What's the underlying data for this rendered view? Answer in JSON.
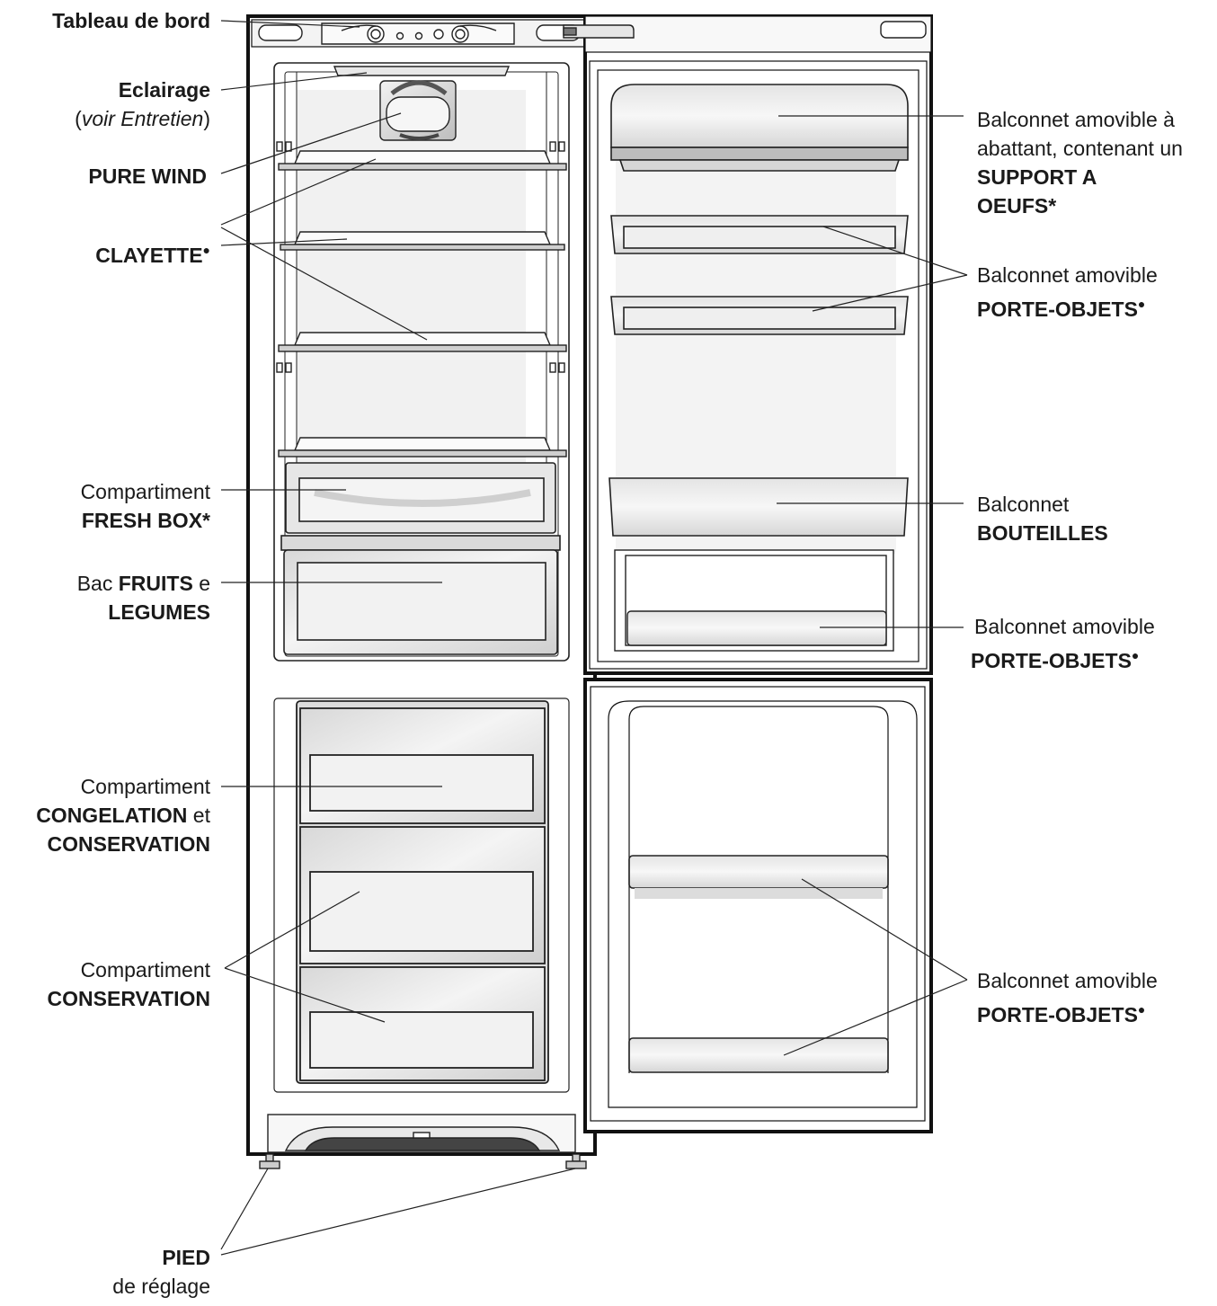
{
  "labels": {
    "tableau": {
      "bold": "Tableau de bord"
    },
    "eclairage": {
      "bold": "Eclairage",
      "open": "(",
      "italic": "voir Entretien",
      "close": ")"
    },
    "pure_wind": {
      "bold": "PURE WIND"
    },
    "clayette": {
      "bold": "CLAYETTE",
      "mark": "●"
    },
    "fresh_box": {
      "line1": "Compartiment",
      "bold": "FRESH BOX",
      "mark": "*"
    },
    "fruits": {
      "pre": "Bac ",
      "bold1": "FRUITS",
      "mid": " e",
      "bold2": "LEGUMES"
    },
    "congelation": {
      "line1": "Compartiment",
      "bold1": "CONGELATION",
      "mid": " et",
      "bold2": "CONSERVATION"
    },
    "conservation": {
      "line1": "Compartiment",
      "bold": "CONSERVATION"
    },
    "pied": {
      "bold": "PIED",
      "line2": "de réglage"
    },
    "support_oeufs": {
      "line1": "Balconnet amovible à",
      "line2": "abattant, contenant un",
      "bold1": "SUPPORT A",
      "bold2": "OEUFS",
      "mark": "*"
    },
    "porte_objets_1": {
      "line1": "Balconnet amovible",
      "bold": "PORTE-OBJETS",
      "mark": "●"
    },
    "bouteilles": {
      "line1": "Balconnet",
      "bold": "BOUTEILLES"
    },
    "porte_objets_2": {
      "line1": "Balconnet amovible",
      "bold": "PORTE-OBJETS",
      "mark": "●"
    },
    "porte_objets_3": {
      "line1": "Balconnet amovible",
      "bold": "PORTE-OBJETS",
      "mark": "●"
    }
  }
}
